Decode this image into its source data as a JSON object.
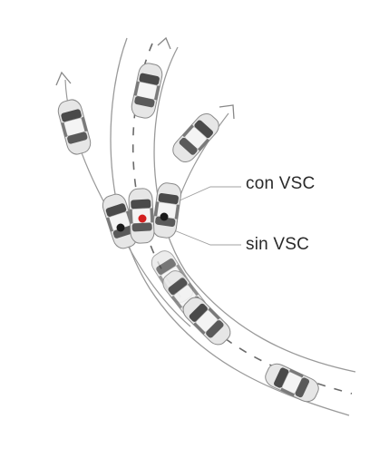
{
  "labels": {
    "con_vsc": "con VSC",
    "sin_vsc": "sin VSC"
  },
  "colors": {
    "road_line": "#9a9a9a",
    "arrow": "#888888",
    "car_body": "#e6e6e6",
    "car_window": "#4a4a4a",
    "marker_black": "#1a1a1a",
    "marker_red": "#d32020"
  },
  "markers": [
    {
      "name": "marker-black-left",
      "color": "black"
    },
    {
      "name": "marker-red-center",
      "color": "red"
    },
    {
      "name": "marker-black-right",
      "color": "black"
    }
  ]
}
